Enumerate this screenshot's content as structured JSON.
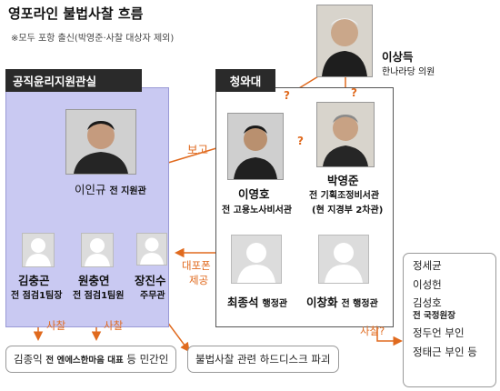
{
  "title": "영포라인 불법사찰 흐름",
  "note": "※모두 포항 출신(박영준·사찰 대상자 제외)",
  "groups": {
    "left": "공직윤리지원관실",
    "right": "청와대"
  },
  "people": {
    "lee_sangdeuk": {
      "name": "이상득",
      "role": "한나라당 의원"
    },
    "lee_ingyu": {
      "name": "이인규",
      "role": "전 지원관"
    },
    "lee_yeongho": {
      "name": "이영호",
      "role": "전 고용노사비서관"
    },
    "park_yeongjun": {
      "name": "박영준",
      "role": "전 기획조정비서관",
      "role2": "(현 지경부 2차관)"
    },
    "kim_chunggon": {
      "name": "김충곤",
      "role": "전 점검1팀장"
    },
    "won_chungyeon": {
      "name": "원충연",
      "role": "전 점검1팀원"
    },
    "jang_jinsu": {
      "name": "장진수",
      "role": "주무관"
    },
    "choi_jongseok": {
      "name": "최종석",
      "role": "행정관"
    },
    "lee_changhwa": {
      "name": "이창화",
      "role": "전 행정관"
    }
  },
  "edge_labels": {
    "report": "보고",
    "q1": "?",
    "q2": "?",
    "q3": "?",
    "phone_line1": "대포폰",
    "phone_line2": "제공",
    "sachal1": "사찰",
    "sachal2": "사찰",
    "sachal3": "사찰?"
  },
  "targets": {
    "civilians_name": "김종익",
    "civilians_role": "전 엔에스한마음 대표",
    "civilians_suffix": "등 민간인",
    "hdd": "불법사찰 관련 하드디스크 파괴",
    "list": [
      "정세균",
      "이성헌",
      "김성호",
      "전 국정원장",
      "정두언 부인",
      "정태근 부인 등"
    ]
  },
  "colors": {
    "accent": "#e06a1e",
    "panel": "#c9c9f2",
    "header": "#2a2a2a"
  }
}
